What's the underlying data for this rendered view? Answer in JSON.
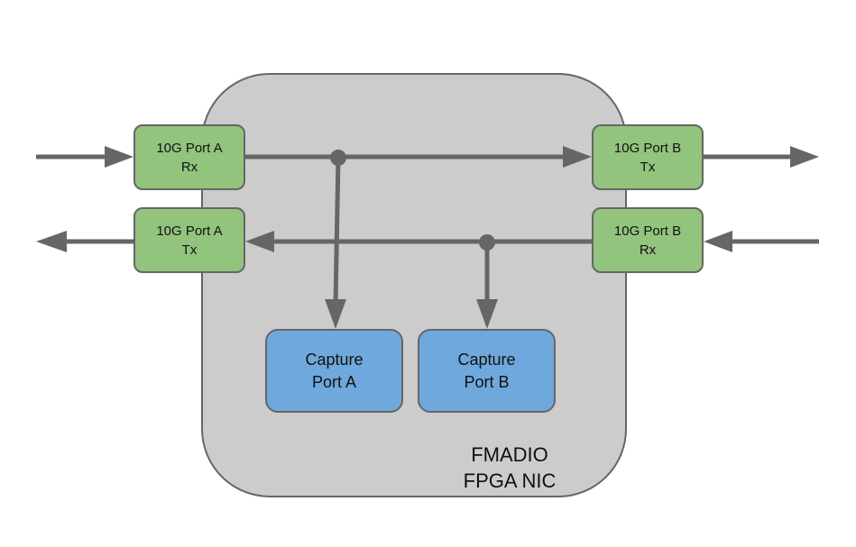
{
  "diagram": {
    "nic": {
      "line1": "FMADIO",
      "line2": "FPGA NIC"
    },
    "ports": {
      "a_rx": {
        "line1": "10G Port A",
        "line2": "Rx"
      },
      "a_tx": {
        "line1": "10G Port A",
        "line2": "Tx"
      },
      "b_tx": {
        "line1": "10G Port B",
        "line2": "Tx"
      },
      "b_rx": {
        "line1": "10G Port B",
        "line2": "Rx"
      }
    },
    "captures": {
      "a": {
        "line1": "Capture",
        "line2": "Port A"
      },
      "b": {
        "line1": "Capture",
        "line2": "Port B"
      }
    },
    "connections": [
      {
        "from": "external-in-left",
        "to": "10G Port A Rx"
      },
      {
        "from": "10G Port A Rx",
        "to": "10G Port B Tx"
      },
      {
        "from": "10G Port B Tx",
        "to": "external-out-right"
      },
      {
        "from": "external-in-right",
        "to": "10G Port B Rx"
      },
      {
        "from": "10G Port B Rx",
        "to": "10G Port A Tx"
      },
      {
        "from": "10G Port A Tx",
        "to": "external-out-left"
      },
      {
        "from": "tap on Port A Rx → Port B Tx line",
        "to": "Capture Port A"
      },
      {
        "from": "tap on Port B Rx → Port A Tx line",
        "to": "Capture Port B"
      }
    ],
    "colors": {
      "nic_fill": "#cccccc",
      "stroke": "#666666",
      "port_fill": "#93c47d",
      "capture_fill": "#6fa8dc",
      "text": "#111111"
    }
  }
}
